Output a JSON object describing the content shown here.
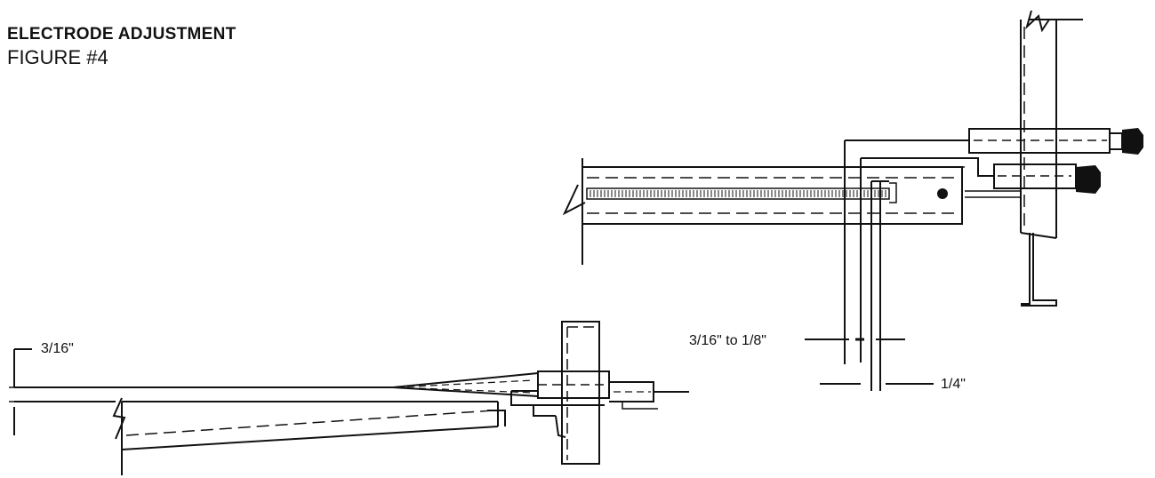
{
  "title": "ELECTRODE ADJUSTMENT",
  "subtitle": "FIGURE #4",
  "dimensions": {
    "left_gap": "3/16\"",
    "gap_range": "3/16\" to 1/8\"",
    "spacing": "1/4\""
  },
  "colors": {
    "ink": "#111111",
    "background": "#ffffff"
  }
}
